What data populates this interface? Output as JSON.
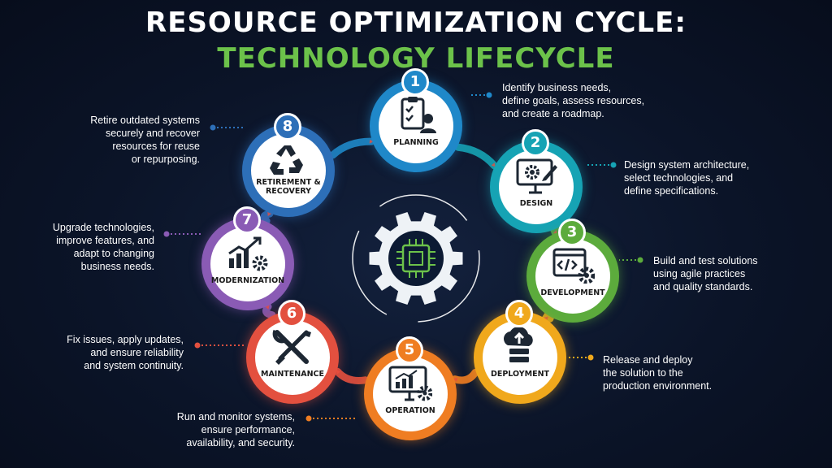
{
  "title": {
    "line1": "RESOURCE OPTIMIZATION CYCLE:",
    "line2": "TECHNOLOGY LIFECYCLE"
  },
  "colors": {
    "title": "#ffffff",
    "subtitle": "#6cc24a",
    "arrow": "#e84c3d",
    "background": "#0b1428"
  },
  "center": {
    "icon": "chip-gear-icon"
  },
  "steps": [
    {
      "number": "1",
      "label": "PLANNING",
      "icon": "clipboard-person-icon",
      "color": "#1f88c9",
      "description": [
        "Identify business needs,",
        "define goals, assess resources,",
        "and create a roadmap."
      ]
    },
    {
      "number": "2",
      "label": "DESIGN",
      "icon": "monitor-gear-pencil-icon",
      "color": "#16a3b4",
      "description": [
        "Design system architecture,",
        "select technologies, and",
        "define specifications."
      ]
    },
    {
      "number": "3",
      "label": "DEVELOPMENT",
      "icon": "code-window-gear-icon",
      "color": "#5cab3c",
      "description": [
        "Build and test solutions",
        "using agile practices",
        "and quality standards."
      ]
    },
    {
      "number": "4",
      "label": "DEPLOYMENT",
      "icon": "cloud-server-icon",
      "color": "#f0a81c",
      "description": [
        "Release and deploy",
        "the solution to the",
        "production environment."
      ]
    },
    {
      "number": "5",
      "label": "OPERATION",
      "icon": "monitor-chart-gear-icon",
      "color": "#ef7d22",
      "description": [
        "Run and monitor systems,",
        "ensure performance,",
        "availability, and security."
      ]
    },
    {
      "number": "6",
      "label": "MAINTENANCE",
      "icon": "wrench-screwdriver-icon",
      "color": "#e3503f",
      "description": [
        "Fix issues, apply updates,",
        "and ensure reliability",
        "and system continuity."
      ]
    },
    {
      "number": "7",
      "label": "MODERNIZATION",
      "icon": "growth-chart-gear-icon",
      "color": "#8a5bb5",
      "description": [
        "Upgrade technologies,",
        "improve features, and",
        "adapt to changing",
        "business needs."
      ]
    },
    {
      "number": "8",
      "label": "RETIREMENT &\nRECOVERY",
      "label_lines": [
        "RETIREMENT &",
        "RECOVERY"
      ],
      "icon": "recycle-icon",
      "color": "#2d6fb8",
      "description": [
        "Retire outdated systems",
        "securely and recover",
        "resources for reuse",
        "or repurposing."
      ]
    }
  ]
}
